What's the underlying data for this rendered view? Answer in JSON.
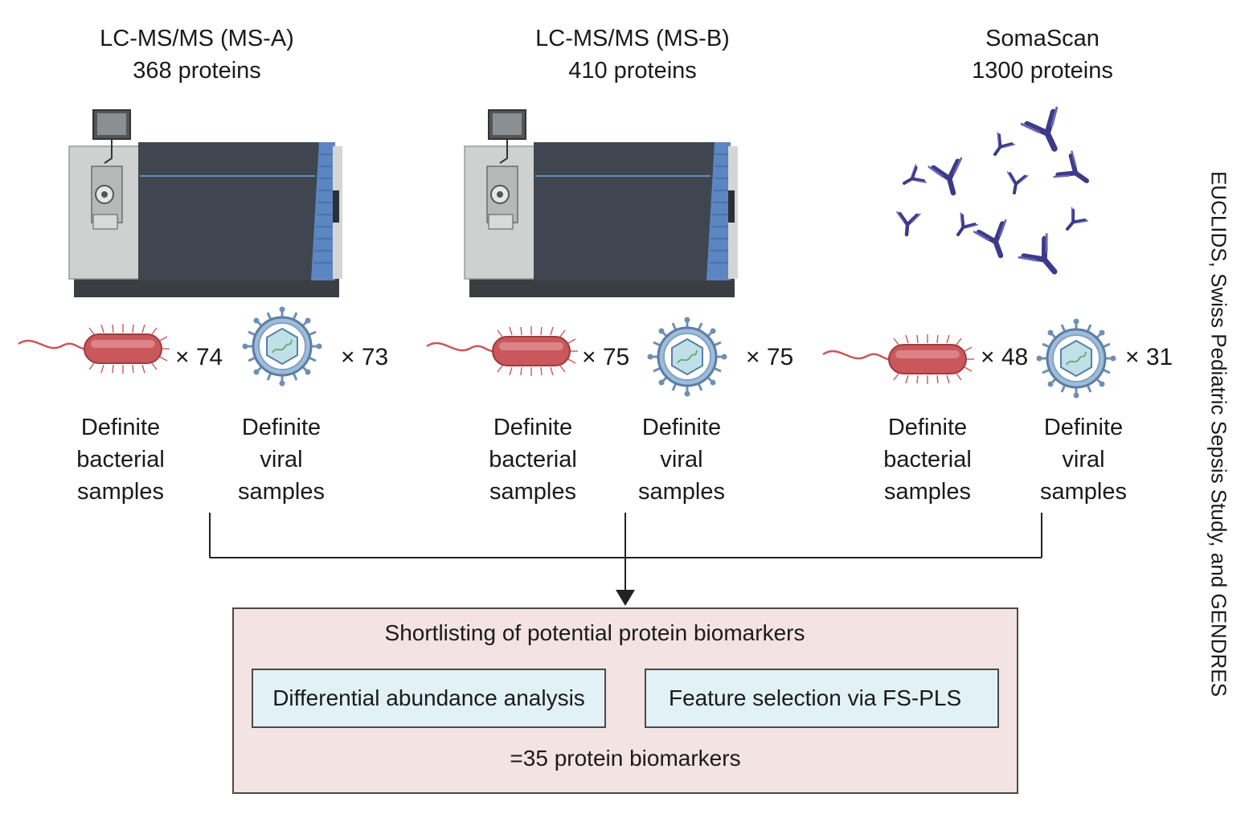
{
  "platforms": [
    {
      "name": "LC-MS/MS (MS-A)",
      "proteins": "368 proteins",
      "bacterial_count": "× 74",
      "viral_count": "× 73"
    },
    {
      "name": "LC-MS/MS (MS-B)",
      "proteins": "410 proteins",
      "bacterial_count": "× 75",
      "viral_count": "× 75"
    },
    {
      "name": "SomaScan",
      "proteins": "1300 proteins",
      "bacterial_count": "× 48",
      "viral_count": "× 31"
    }
  ],
  "labels": {
    "bacterial": [
      "Definite",
      "bacterial",
      "samples"
    ],
    "viral": [
      "Definite",
      "viral",
      "samples"
    ]
  },
  "summary": {
    "title": "Shortlisting of potential protein biomarkers",
    "method_1": "Differential abundance analysis",
    "method_2": "Feature selection via FS-PLS",
    "result": "=35 protein biomarkers"
  },
  "side_label": "EUCLIDS, Swiss Pediatric Sepsis Study, and GENDRES",
  "colors": {
    "outer_box": "#f3e3e3",
    "inner_box": "#e2f1f6",
    "bacteria": "#c9575b",
    "virus_ring": "#6f8fb3",
    "antibody": "#3d3a8a",
    "instrument_body": "#3f4650"
  }
}
